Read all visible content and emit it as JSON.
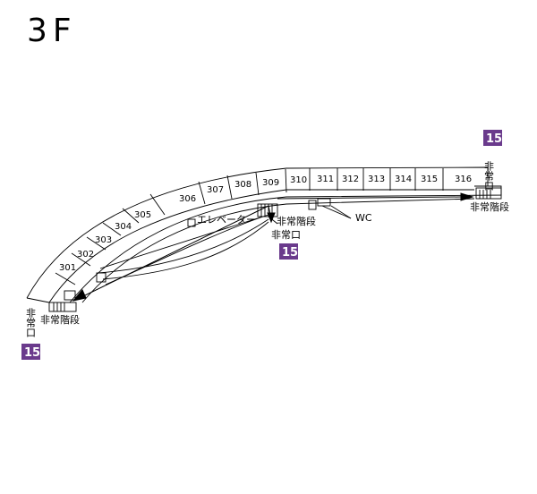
{
  "floor": {
    "title": "3F"
  },
  "rooms": [
    "301",
    "302",
    "303",
    "304",
    "305",
    "306",
    "307",
    "308",
    "309",
    "310",
    "311",
    "312",
    "313",
    "314",
    "315",
    "316"
  ],
  "labels": {
    "elevator": "エレベーター",
    "emergency_stairs": "非常階段",
    "emergency_exit": "非常口",
    "wc": "WC"
  },
  "exit_badge": {
    "number": "15",
    "color": "#6a3a8c"
  }
}
